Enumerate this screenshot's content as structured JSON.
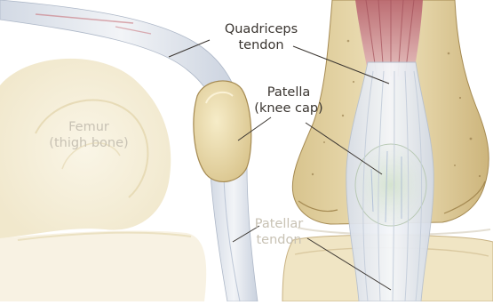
{
  "labels": {
    "quadriceps_tendon": {
      "line1": "Quadriceps",
      "line2": "tendon"
    },
    "patella": {
      "line1": "Patella",
      "line2": "(knee cap)"
    },
    "femur": {
      "line1": "Femur",
      "line2": "(thigh bone)"
    },
    "patellar_tendon": {
      "line1": "Patellar",
      "line2": "tendon"
    }
  },
  "colors": {
    "bone": "#f1e6c2",
    "bone_shade": "#e3d3a2",
    "bone_dark": "#a58a52",
    "tendon": "#e4e8ee",
    "tendon_shade": "#cfd6e2",
    "muscle": "#c8727a",
    "leader": "#3a3530"
  }
}
